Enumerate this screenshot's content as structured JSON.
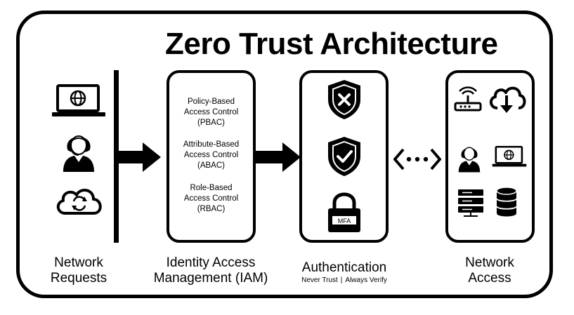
{
  "title": "Zero Trust Architecture",
  "iam": {
    "policies": [
      {
        "line1": "Policy-Based",
        "line2": "Access Control",
        "line3": "(PBAC)"
      },
      {
        "line1": "Attribute-Based",
        "line2": "Access Control",
        "line3": "(ABAC)"
      },
      {
        "line1": "Role-Based",
        "line2": "Access Control",
        "line3": "(RBAC)"
      }
    ]
  },
  "auth": {
    "mfa_label": "MFA"
  },
  "labels": {
    "network_requests": {
      "line1": "Network",
      "line2": "Requests"
    },
    "iam": {
      "line1": "Identity Access",
      "line2": "Management (IAM)"
    },
    "authentication": {
      "line1": "Authentication",
      "sub_left": "Never Trust",
      "sub_sep": "|",
      "sub_right": "Always Verify"
    },
    "network_access": {
      "line1": "Network",
      "line2": "Access"
    }
  },
  "icons": {
    "requests": [
      "laptop-globe-icon",
      "user-headset-icon",
      "cloud-sync-icon"
    ],
    "auth": [
      "shield-x-icon",
      "shield-check-icon",
      "lock-mfa-icon"
    ],
    "access": [
      "router-icon",
      "cloud-download-icon",
      "user-headset-icon",
      "laptop-globe-icon",
      "server-icon",
      "database-icon"
    ]
  },
  "colors": {
    "ink": "#000000",
    "background": "#ffffff"
  }
}
